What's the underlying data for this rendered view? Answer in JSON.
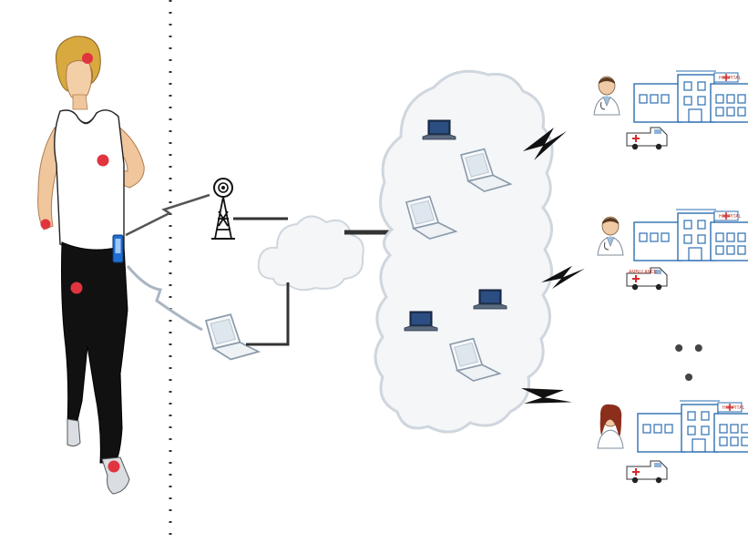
{
  "diagram": {
    "ellipsis_label": "• • •",
    "hospitals": [
      {
        "sign": "HOSPITAL",
        "ambulance": "+"
      },
      {
        "sign": "HOSPITAL",
        "ambulance": "AMBULANCE"
      },
      {
        "sign": "HOSPITAL",
        "ambulance": "+"
      }
    ],
    "colors": {
      "sensor": "#e0343f",
      "cloud_fill": "#f4f6f8",
      "cloud_stroke": "#cfd6dd",
      "link": "#333333",
      "lightning": "#111111",
      "building": "#2d6fb0",
      "window": "#2d6fb0",
      "cross": "#d62b2b"
    },
    "icons": [
      "runner-figure",
      "body-sensor-dot",
      "smartphone-icon",
      "cell-tower-icon",
      "laptop-icon",
      "cloud-icon",
      "lightning-bolt-icon",
      "doctor-icon",
      "hospital-building-icon",
      "ambulance-icon"
    ]
  }
}
